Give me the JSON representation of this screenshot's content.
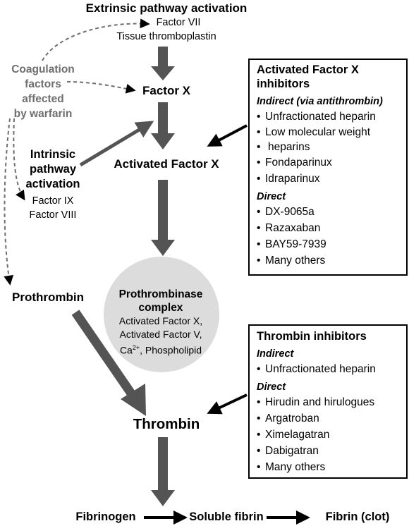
{
  "extrinsic": {
    "title": "Extrinsic pathway activation",
    "line1": "Factor VII",
    "line2": "Tissue thromboplastin"
  },
  "warfarin": {
    "line1": "Coagulation",
    "line2": "factors",
    "line3": "affected",
    "line4": "by warfarin"
  },
  "factor_x": "Factor X",
  "intrinsic": {
    "line1": "Intrinsic",
    "line2": "pathway",
    "line3": "activation",
    "line4": "Factor IX",
    "line5": "Factor VIII"
  },
  "activated_factor_x": "Activated Factor X",
  "prothrombin": "Prothrombin",
  "prothrombinase": {
    "line1": "Prothrombinase",
    "line2": "complex",
    "line3": "Activated Factor X,",
    "line4": "Activated Factor V,",
    "line5_ca": "Ca",
    "line5_sup": "2+",
    "line5_rest": ", Phospholipid"
  },
  "thrombin": "Thrombin",
  "fibrinogen": "Fibrinogen",
  "soluble_fibrin": "Soluble fibrin",
  "fibrin_clot": "Fibrin (clot)",
  "fx_inhibitors": {
    "title_line1": "Activated Factor X",
    "title_line2": "inhibitors",
    "indirect_label": "Indirect (via antithrombin)",
    "indirect": [
      "Unfractionated heparin",
      "Low molecular weight",
      "heparins",
      "Fondaparinux",
      "Idraparinux"
    ],
    "direct_label": "Direct",
    "direct": [
      "DX-9065a",
      "Razaxaban",
      "BAY59-7939",
      "Many others"
    ]
  },
  "thrombin_inhibitors": {
    "title": "Thrombin inhibitors",
    "indirect_label": "Indirect",
    "indirect": [
      "Unfractionated heparin"
    ],
    "direct_label": "Direct",
    "direct": [
      "Hirudin and hirulogues",
      "Argatroban",
      "Ximelagatran",
      "Dabigatran",
      "Many others"
    ]
  },
  "colors": {
    "arrow_gray": "#545454",
    "warfarin_gray": "#6e6e6e",
    "circle_fill": "#dcdcdc"
  }
}
